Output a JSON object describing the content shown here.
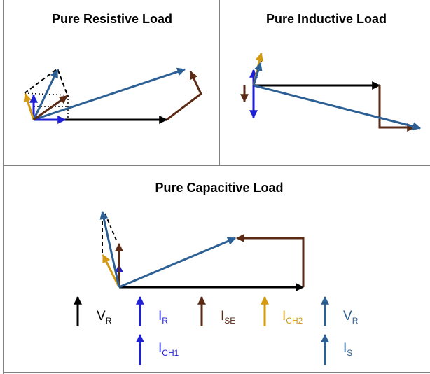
{
  "panels": {
    "resistive": {
      "title": "Pure Resistive Load"
    },
    "inductive": {
      "title": "Pure Inductive Load"
    },
    "capacitive": {
      "title": "Pure Capacitive Load"
    }
  },
  "legend": [
    {
      "id": "vr-black",
      "main": "V",
      "sub": "R",
      "color": "#000000"
    },
    {
      "id": "ir",
      "main": "I",
      "sub": "R",
      "color": "#1f1fd6"
    },
    {
      "id": "ise",
      "main": "I",
      "sub": "SE",
      "color": "#5a2a14"
    },
    {
      "id": "ich2",
      "main": "I",
      "sub": "CH2",
      "color": "#d49a12"
    },
    {
      "id": "vr-blue",
      "main": "V",
      "sub": "R",
      "color": "#2c5f94"
    },
    {
      "id": "ich1",
      "main": "I",
      "sub": "CH1",
      "color": "#1f1fd6"
    },
    {
      "id": "is",
      "main": "I",
      "sub": "S",
      "color": "#2c5f94"
    }
  ],
  "colors": {
    "black": "#000000",
    "blue": "#1f1fd6",
    "brown": "#5a2a14",
    "gold": "#d49a12",
    "steel": "#2c5f94"
  }
}
